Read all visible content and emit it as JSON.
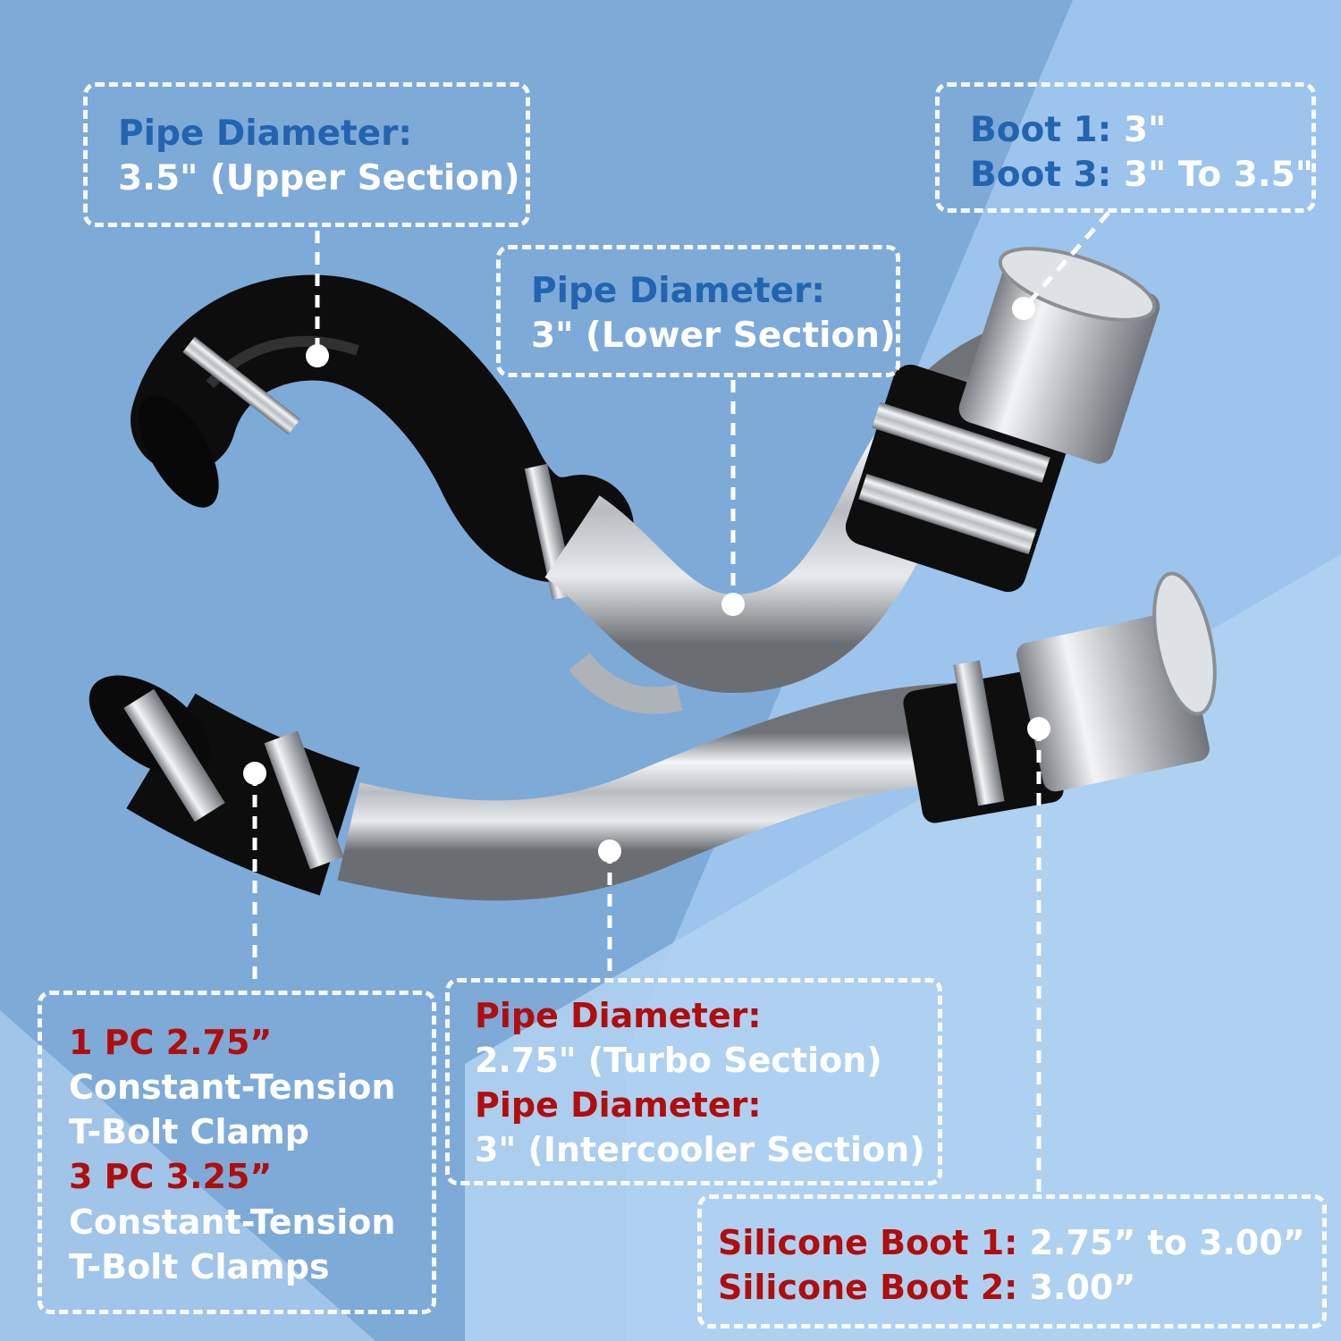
{
  "callouts": {
    "upper": {
      "label": "Pipe Diameter:",
      "value": "3.5\" (Upper Section)"
    },
    "lower": {
      "label": "Pipe Diameter:",
      "value": "3\" (Lower Section)"
    },
    "boots_upper": {
      "boot1_label": "Boot 1:",
      "boot1_value": "3\"",
      "boot3_label": "Boot 3:",
      "boot3_value": "3\" To 3.5\""
    },
    "clamps": {
      "line1_qty": "1 PC 2.75”",
      "line1_text_a": "Constant-Tension",
      "line1_text_b": "T-Bolt Clamp",
      "line2_qty": "3 PC 3.25”",
      "line2_text_a": "Constant-Tension",
      "line2_text_b": "T-Bolt Clamps"
    },
    "turbo": {
      "label1": "Pipe Diameter:",
      "value1": "2.75\" (Turbo Section)",
      "label2": "Pipe Diameter:",
      "value2": "3\" (Intercooler Section)"
    },
    "silicone": {
      "boot1_label": "Silicone Boot 1:",
      "boot1_value": "2.75”  to 3.00”",
      "boot2_label": "Silicone Boot 2:",
      "boot2_value": "3.00”"
    }
  },
  "colors": {
    "background": "#8fb8e2",
    "label_blue": "#2364b0",
    "label_red": "#b00d0d",
    "text_white": "#ffffff",
    "hose_black": "#111111",
    "pipe_silver": "#c9ccd0"
  },
  "icons": [
    "pointer-dot-icon"
  ]
}
